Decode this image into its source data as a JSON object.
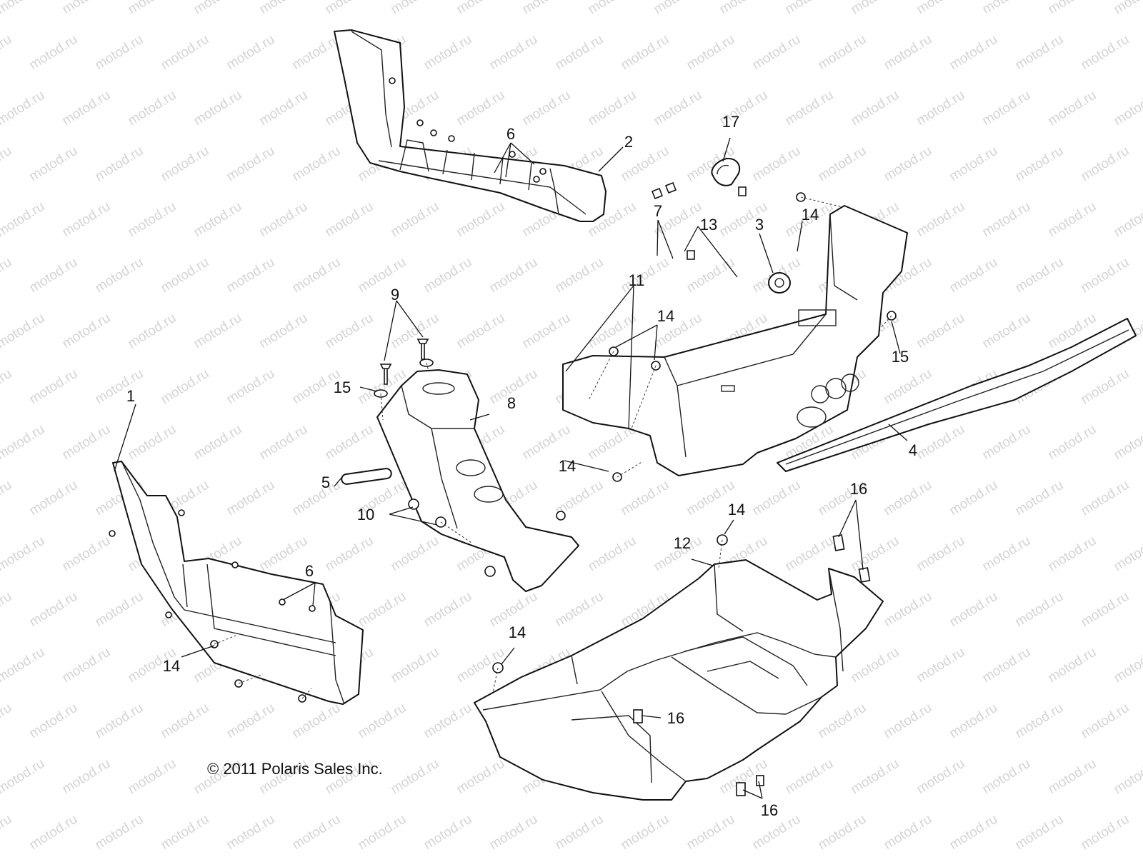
{
  "watermark_text": "motod.ru",
  "copyright": "© 2011 Polaris Sales Inc.",
  "callouts": [
    {
      "id": "c1",
      "label": "1"
    },
    {
      "id": "c2",
      "label": "2"
    },
    {
      "id": "c3",
      "label": "3"
    },
    {
      "id": "c4",
      "label": "4"
    },
    {
      "id": "c5",
      "label": "5"
    },
    {
      "id": "c6a",
      "label": "6"
    },
    {
      "id": "c6b",
      "label": "6"
    },
    {
      "id": "c7",
      "label": "7"
    },
    {
      "id": "c8",
      "label": "8"
    },
    {
      "id": "c9",
      "label": "9"
    },
    {
      "id": "c10",
      "label": "10"
    },
    {
      "id": "c11",
      "label": "11"
    },
    {
      "id": "c12",
      "label": "12"
    },
    {
      "id": "c13",
      "label": "13"
    },
    {
      "id": "c14a",
      "label": "14"
    },
    {
      "id": "c14b",
      "label": "14"
    },
    {
      "id": "c14c",
      "label": "14"
    },
    {
      "id": "c14d",
      "label": "14"
    },
    {
      "id": "c14e",
      "label": "14"
    },
    {
      "id": "c14f",
      "label": "14"
    },
    {
      "id": "c15a",
      "label": "15"
    },
    {
      "id": "c15b",
      "label": "15"
    },
    {
      "id": "c16a",
      "label": "16"
    },
    {
      "id": "c16b",
      "label": "16"
    },
    {
      "id": "c16c",
      "label": "16"
    },
    {
      "id": "c17",
      "label": "17"
    }
  ]
}
